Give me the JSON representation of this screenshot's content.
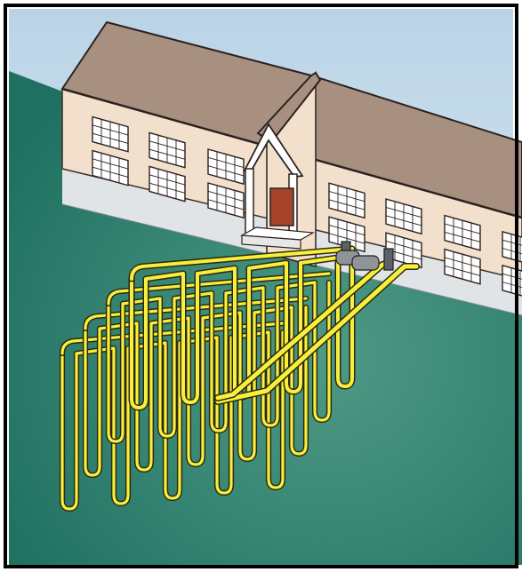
{
  "scene": {
    "subject": "geothermal-loop-building",
    "colors": {
      "sky_top": "#b9d3e6",
      "sky_bottom": "#d6e6f0",
      "ground_dark": "#1f7061",
      "ground_light": "#4f9a86",
      "wall": "#f2e0cc",
      "roof": "#a89080",
      "foundation": "#e1e4e7",
      "window": "#ffffff",
      "door": "#a5442a",
      "pipe": "#f7ee3d",
      "pipe_outline": "#2b2a10",
      "pump": "#8f9498",
      "border": "#000000"
    },
    "loop_rows": 4,
    "loops_per_row": 5
  }
}
